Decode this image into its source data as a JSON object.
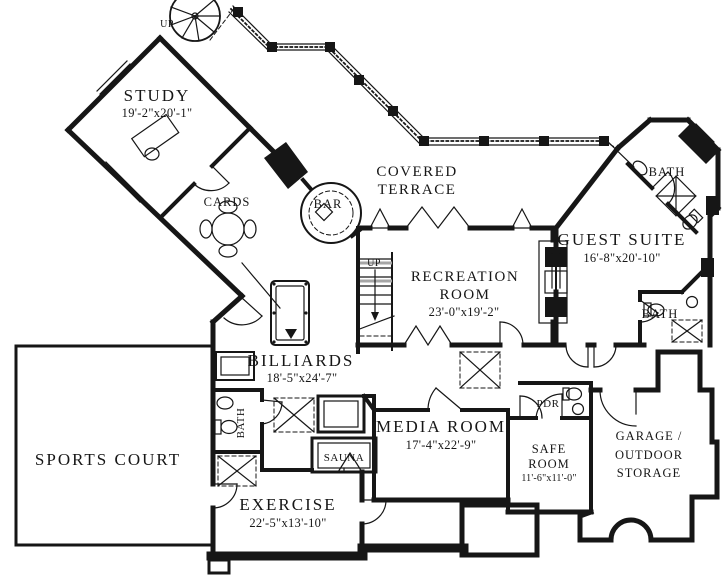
{
  "colors": {
    "paper": "#ffffff",
    "ink": "#161616",
    "stair_tread_gray": "#a6a6a6"
  },
  "labels": {
    "spiral_up": "UP",
    "stair_up": "UP",
    "study_name": "STUDY",
    "study_dims": "19'-2\"x20'-1\"",
    "cards": "CARDS",
    "terrace_line1": "COVERED",
    "terrace_line2": "TERRACE",
    "bar": "BAR",
    "guest_bath": "BATH",
    "guest_name": "GUEST SUITE",
    "guest_dims": "16'-8\"x20'-10\"",
    "rec_line1": "RECREATION",
    "rec_line2": "ROOM",
    "rec_dims": "23'-0\"x19'-2\"",
    "mid_bath": "BATH",
    "billiards_name": "BILLIARDS",
    "billiards_dims": "18'-5\"x24'-7\"",
    "sports_court": "SPORTS COURT",
    "left_bath": "BATH",
    "media_name": "MEDIA ROOM",
    "media_dims": "17'-4\"x22'-9\"",
    "pdr": "PDR",
    "safe_line1": "SAFE",
    "safe_line2": "ROOM",
    "safe_dims": "11'-6\"x11'-0\"",
    "garage_line1": "GARAGE /",
    "garage_line2": "OUTDOOR",
    "garage_line3": "STORAGE",
    "sauna": "SAUNA",
    "exercise_name": "EXERCISE",
    "exercise_dims": "22'-5\"x13'-10\""
  }
}
